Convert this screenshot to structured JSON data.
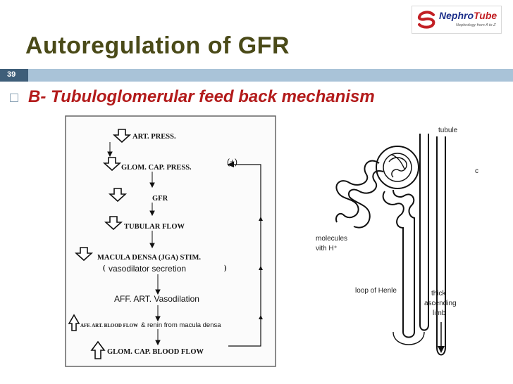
{
  "slide": {
    "title": "Autoregulation of GFR",
    "number": "39",
    "subtitle": "B- Tubuloglomerular feed back mechanism"
  },
  "logo": {
    "name_part1": "Nephro",
    "name_part2": "Tube",
    "tagline": "Nephrology from A to Z"
  },
  "flowchart": {
    "steps": [
      {
        "text": "ART. PRESS.",
        "arrow": "down"
      },
      {
        "text": "GLOM. CAP. PRESS.",
        "arrow": "down"
      },
      {
        "text": "GFR",
        "arrow": "down"
      },
      {
        "text": "TUBULAR FLOW",
        "arrow": "down"
      },
      {
        "text": "MACULA DENSA (JGA) STIM.",
        "arrow": "down"
      },
      {
        "text": "vasodilator secretion",
        "arrow": "none"
      },
      {
        "text": "AFF. ART. Vasodilation",
        "arrow": "none"
      },
      {
        "text": "AFF. ART. BLOOD FLOW",
        "suffix": "& renin from macula densa",
        "arrow": "up"
      },
      {
        "text": "GLOM. CAP. BLOOD FLOW",
        "arrow": "up"
      }
    ],
    "feedback_label": "(+)",
    "paren_open": "(",
    "paren_close": ")"
  },
  "nephron_labels": {
    "tubule": "tubule",
    "c": "c",
    "molecules_line1": "molecules",
    "molecules_line2": "vith H⁺",
    "loop": "loop of Henle",
    "thick1": "thick",
    "thick2": "ascending",
    "thick3": "limb"
  }
}
